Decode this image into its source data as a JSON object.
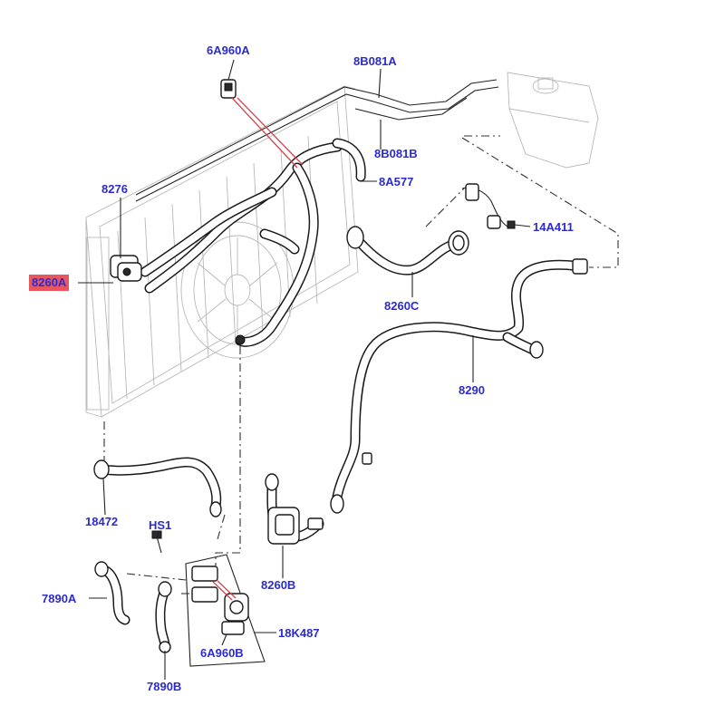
{
  "labels": {
    "p_6A960A": "6A960A",
    "p_8B081A": "8B081A",
    "p_8B081B": "8B081B",
    "p_8276": "8276",
    "p_8A577": "8A577",
    "p_8260A": "8260A",
    "p_14A411": "14A411",
    "p_8260C": "8260C",
    "p_8290": "8290",
    "p_18472": "18472",
    "p_HS1": "HS1",
    "p_8260B": "8260B",
    "p_7890A": "7890A",
    "p_18K487": "18K487",
    "p_6A960B": "6A960B",
    "p_7890B": "7890B"
  },
  "highlight": {
    "color": "#e8565f",
    "label": "8260A"
  },
  "label_color": "#2b2bd0"
}
